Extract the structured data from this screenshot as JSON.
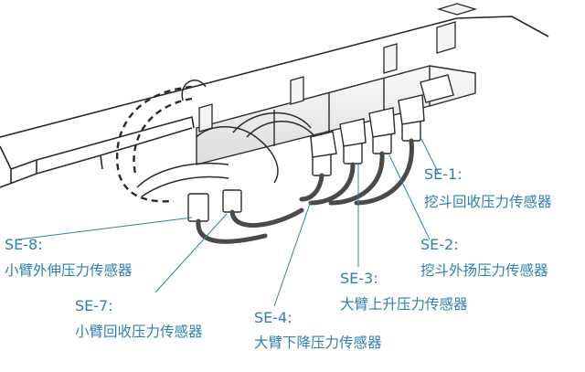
{
  "labels": [
    {
      "code": "SE-1:",
      "name": "挖斗回收压力传感器"
    },
    {
      "code": "SE-2:",
      "name": "挖斗外扬压力传感器"
    },
    {
      "code": "SE-3:",
      "name": "大臂上升压力传感器"
    },
    {
      "code": "SE-4:",
      "name": "大臂下降压力传感器"
    },
    {
      "code": "SE-7:",
      "name": "小臂回收压力传感器"
    },
    {
      "code": "SE-8:",
      "name": "小臂外伸压力传感器"
    }
  ],
  "colors": {
    "label": "#2f7fb0",
    "leader": "#2f7fb0",
    "line_art": "#2a2a2a",
    "hose": "#555555",
    "background": "#ffffff"
  }
}
